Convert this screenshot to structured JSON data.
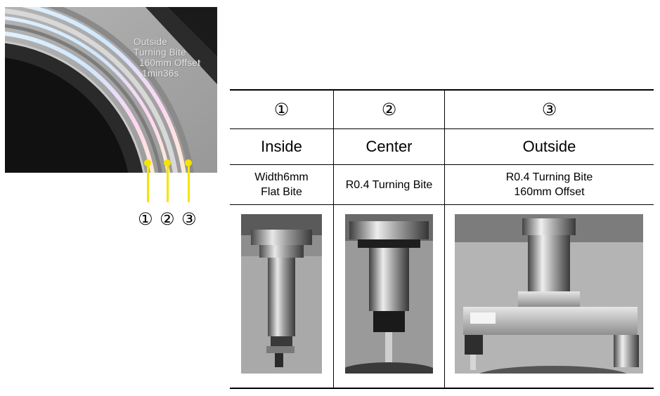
{
  "surface_photo": {
    "engraving": [
      "Outside",
      "Turning Bite",
      "160mm Offset",
      "1min36s"
    ],
    "markers": [
      {
        "number": "①",
        "color": "#f5e400"
      },
      {
        "number": "②",
        "color": "#f5e400"
      },
      {
        "number": "③",
        "color": "#f5e400"
      }
    ]
  },
  "table": {
    "columns": [
      {
        "number": "①",
        "location": "Inside",
        "tool_lines": [
          "Width6mm",
          "Flat Bite"
        ],
        "photo": "slim-spindle-flat-bite"
      },
      {
        "number": "②",
        "location": "Center",
        "tool_lines": [
          "R0.4 Turning Bite"
        ],
        "photo": "spindle-turning-bite"
      },
      {
        "number": "③",
        "location": "Outside",
        "tool_lines": [
          "R0.4 Turning Bite",
          "160mm Offset"
        ],
        "photo": "offset-boring-head"
      }
    ]
  }
}
